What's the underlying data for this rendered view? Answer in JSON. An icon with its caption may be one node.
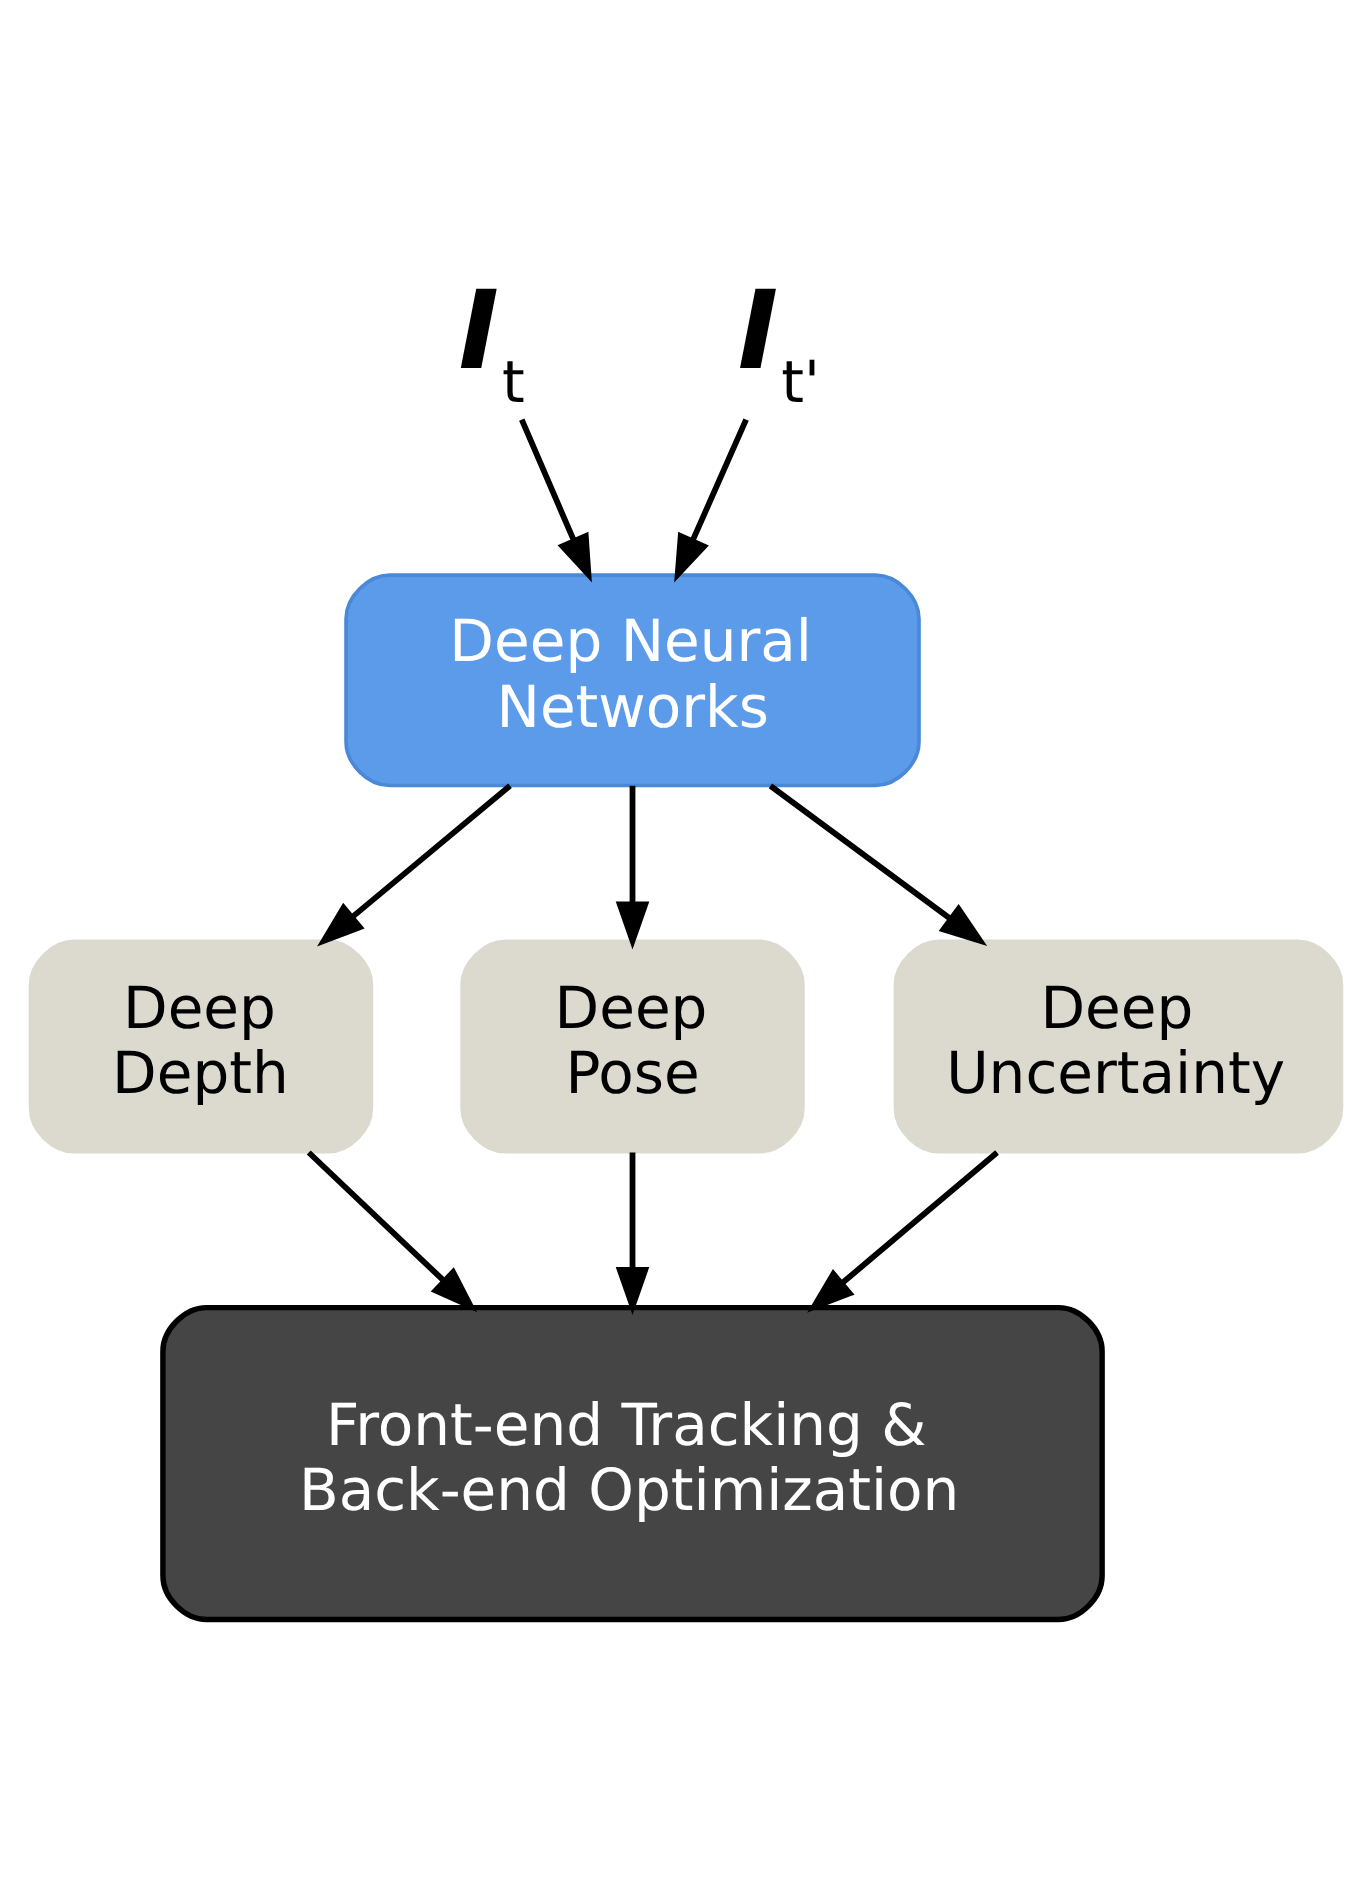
{
  "diagram": {
    "nodes": [
      {
        "text": [
          "*I*$_{t}$"
        ]
      },
      {
        "text": [
          "*I*$_{t'}$"
        ]
      },
      {
        "text": [
          "Deep Neural Networks"
        ]
      },
      {
        "text": [
          "Deep Depth"
        ]
      },
      {
        "text": [
          "Deep Pose"
        ]
      },
      {
        "text": [
          "Deep Uncertainty"
        ]
      },
      {
        "text": [
          "Front-end Tracking & Back-end Optimization"
        ]
      }
    ],
    "edges": [
      {
        "from": 0,
        "to": 2,
        "arrow": "to"
      },
      {
        "from": 1,
        "to": 2,
        "arrow": "to"
      },
      {
        "from": 2,
        "to": 3,
        "arrow": "to"
      },
      {
        "from": 2,
        "to": 4,
        "arrow": "to"
      },
      {
        "from": 2,
        "to": 5,
        "arrow": "to"
      },
      {
        "from": 3,
        "to": 6,
        "arrow": "to"
      },
      {
        "from": 4,
        "to": 6,
        "arrow": "to"
      },
      {
        "from": 5,
        "to": 6,
        "arrow": "to"
      }
    ]
  }
}
